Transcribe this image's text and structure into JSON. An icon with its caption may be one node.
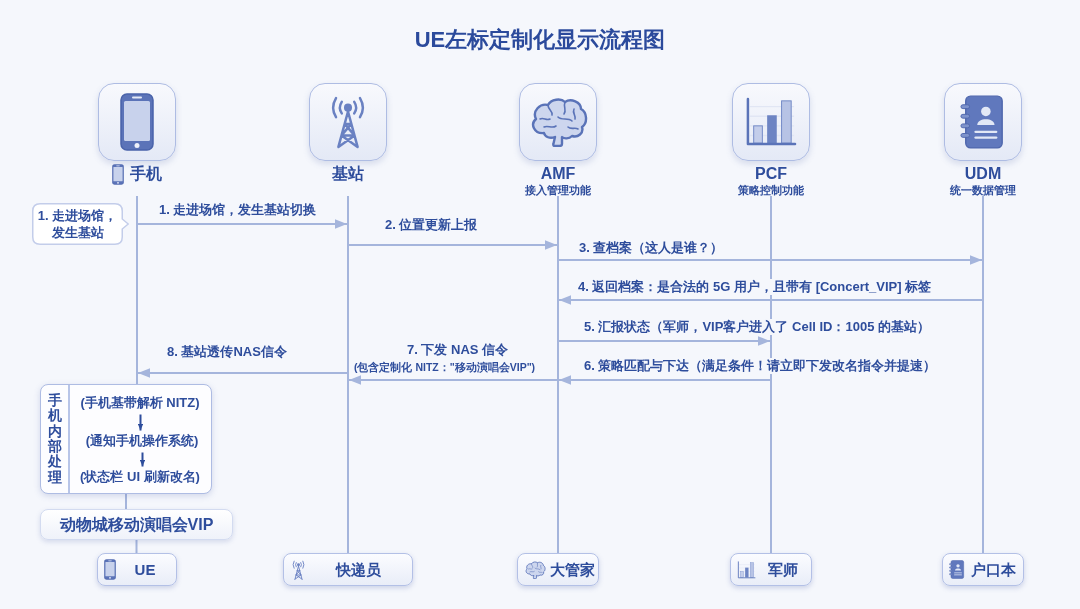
{
  "diagram": {
    "title": "UE左标定制化显示流程图",
    "nodes": [
      {
        "text": [
          "手机"
        ]
      },
      {
        "text": [
          "基站"
        ]
      },
      {
        "text": [
          "AMF",
          "接入管理功能"
        ]
      },
      {
        "text": [
          "PCF",
          "策略控制功能"
        ]
      },
      {
        "text": [
          "UDM",
          "统一数据管理"
        ]
      },
      {
        "text": [
          "UE"
        ]
      },
      {
        "text": [
          "快递员"
        ]
      },
      {
        "text": [
          "大管家"
        ]
      },
      {
        "text": [
          "军师"
        ]
      },
      {
        "text": [
          "户口本"
        ]
      },
      {
        "text": [
          "1. 走进场馆，发生基站"
        ]
      },
      {
        "text": [
          "手机内部处理"
        ]
      },
      {
        "text": [
          "(手机基带解析 NITZ)"
        ],
        "in": 11
      },
      {
        "text": [
          "(通知手机操作系统)"
        ],
        "in": 11
      },
      {
        "text": [
          "(状态栏 UI 刷新改名)"
        ],
        "in": 11
      },
      {
        "text": [
          "动物城移动演唱会VIP"
        ]
      },
      {
        "text": [],
        "shape": "bar"
      },
      {
        "text": [],
        "shape": "bar"
      },
      {
        "text": [],
        "shape": "bar"
      },
      {
        "text": [],
        "shape": "bar"
      },
      {
        "text": [],
        "shape": "bar"
      }
    ],
    "edges": [
      {
        "from": 16,
        "to": 17,
        "arrow": "to",
        "label": "1. 走进场馆，发生基站切换"
      },
      {
        "from": 17,
        "to": 18,
        "arrow": "to",
        "label": "2. 位置更新上报"
      },
      {
        "from": 18,
        "to": 20,
        "arrow": "to",
        "label": "3. 查档案（这人是谁？）"
      },
      {
        "from": 20,
        "to": 18,
        "arrow": "to",
        "label": "4. 返回档案：是合法的 5G 用户，且带有 [Concert_VIP] 标签"
      },
      {
        "from": 18,
        "to": 19,
        "arrow": "to",
        "label": "5. 汇报状态（军师，VIP客户进入了 Cell ID：1005 的基站）"
      },
      {
        "from": 19,
        "to": 18,
        "arrow": "to",
        "label": "6. 策略匹配与下达（满足条件！请立即下发改名指令并提速）"
      },
      {
        "from": 18,
        "to": 17,
        "arrow": "to",
        "label": "7. 下发 NAS 信令"
      },
      {
        "from": 17,
        "to": 16,
        "arrow": "to",
        "label": "8. 基站透传NAS信令"
      },
      {
        "from": 12,
        "to": 13,
        "arrow": "to",
        "color": "#2e4d9c"
      },
      {
        "from": 13,
        "to": 14,
        "arrow": "to",
        "color": "#2e4d9c"
      },
      {
        "from": 11,
        "to": 15,
        "arrow": "none"
      },
      {
        "from": 15,
        "to": 5,
        "arrow": "none"
      }
    ],
    "labels": [
      "(包含定制化 NITZ：\"移动演唱会VIP\")"
    ]
  }
}
